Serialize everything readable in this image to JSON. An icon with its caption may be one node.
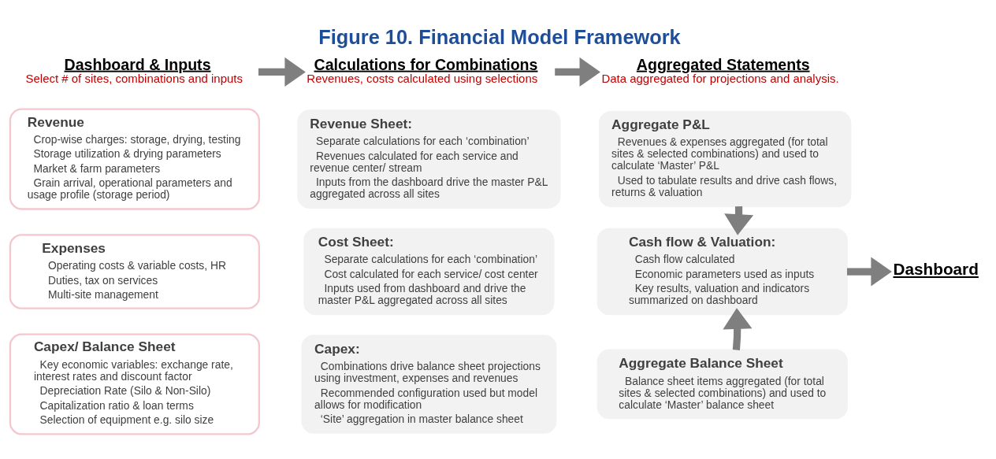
{
  "diagram": {
    "title": "Figure 10. Financial Model Framework",
    "nodes": [
      {
        "text": [
          "Dashboard & Inputs",
          "Select # of sites, combinations and inputs"
        ]
      },
      {
        "text": [
          "Revenue",
          "Crop-wise charges: storage, drying, testing",
          "Storage utilization & drying parameters",
          "Market & farm parameters",
          "Grain arrival, operational parameters and usage profile (storage period)"
        ]
      },
      {
        "text": [
          "Expenses",
          "Operating costs & variable costs, HR",
          "Duties, tax on services",
          "Multi-site management"
        ]
      },
      {
        "text": [
          "Capex/ Balance Sheet",
          "Key economic variables: exchange rate, interest rates and discount factor",
          "Depreciation Rate (Silo & Non-Silo)",
          "Capitalization ratio & loan terms",
          "Selection of equipment e.g. silo size"
        ]
      },
      {
        "text": [
          "Calculations for Combinations",
          "Revenues, costs calculated using selections"
        ]
      },
      {
        "text": [
          "Revenue Sheet:",
          "Separate calculations for each ‘combination’",
          "Revenues calculated for each service and revenue center/ stream",
          "Inputs from the dashboard drive the master P&L aggregated across all sites"
        ]
      },
      {
        "text": [
          "Cost Sheet:",
          "Separate calculations for each ‘combination’",
          "Cost calculated for each service/ cost center",
          "Inputs used from dashboard and drive the master P&L aggregated across all sites"
        ]
      },
      {
        "text": [
          "Capex:",
          "Combinations drive balance sheet projections using investment, expenses and revenues",
          "Recommended configuration used but model allows for modification",
          "‘Site’ aggregation in master balance sheet"
        ]
      },
      {
        "text": [
          "Aggregated Statements",
          "Data aggregated for projections and analysis."
        ]
      },
      {
        "text": [
          "Aggregate P&L",
          "Revenues & expenses aggregated (for total sites & selected combinations) and used to calculate ‘Master’ P&L",
          "Used to tabulate results and drive cash flows, returns & valuation"
        ]
      },
      {
        "text": [
          "Cash flow & Valuation:",
          "Cash flow calculated",
          "Economic parameters used as inputs",
          "Key results, valuation and indicators summarized on dashboard"
        ]
      },
      {
        "text": [
          "Aggregate Balance Sheet",
          "Balance sheet items aggregated (for total sites & selected combinations) and used to calculate ‘Master’ balance sheet"
        ]
      },
      {
        "text": [
          "Dashboard"
        ]
      }
    ],
    "edges": [
      {
        "from": 0,
        "to": 4,
        "arrow": "to"
      },
      {
        "from": 4,
        "to": 8,
        "arrow": "to"
      },
      {
        "from": 9,
        "to": 10,
        "arrow": "to"
      },
      {
        "from": 11,
        "to": 10,
        "arrow": "to"
      },
      {
        "from": 10,
        "to": 12,
        "arrow": "to"
      }
    ]
  }
}
